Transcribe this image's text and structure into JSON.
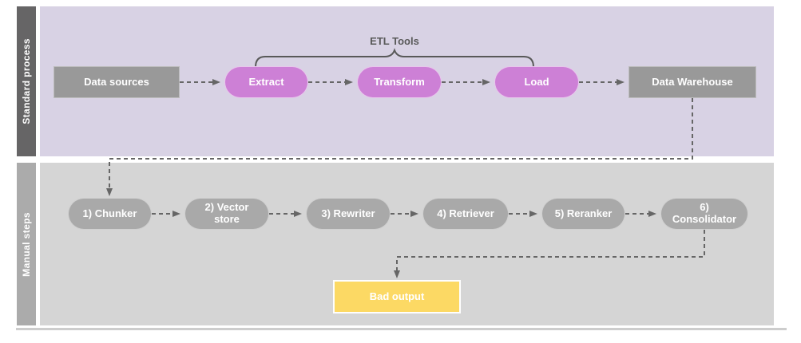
{
  "lanes": [
    {
      "label": "Standard process"
    },
    {
      "label": "Manual steps"
    }
  ],
  "standard_process": {
    "bracket_label": "ETL Tools",
    "nodes": [
      {
        "id": "data-sources",
        "label": "Data sources",
        "shape": "box",
        "color": "#999999"
      },
      {
        "id": "extract",
        "label": "Extract",
        "shape": "pill",
        "color": "#cd80d6"
      },
      {
        "id": "transform",
        "label": "Transform",
        "shape": "pill",
        "color": "#cd80d6"
      },
      {
        "id": "load",
        "label": "Load",
        "shape": "pill",
        "color": "#cd80d6"
      },
      {
        "id": "data-warehouse",
        "label": "Data Warehouse",
        "shape": "box",
        "color": "#999999"
      }
    ]
  },
  "manual_steps": {
    "nodes": [
      {
        "id": "chunker",
        "label": "1) Chunker"
      },
      {
        "id": "vector-store",
        "label": "2) Vector store"
      },
      {
        "id": "rewriter",
        "label": "3) Rewriter"
      },
      {
        "id": "retriever",
        "label": "4) Retriever"
      },
      {
        "id": "reranker",
        "label": "5) Reranker"
      },
      {
        "id": "consolidator",
        "label": "6) Consolidator"
      }
    ],
    "bad_output_label": "Bad output"
  },
  "colors": {
    "lane1_background": "#d8d2e4",
    "lane1_strip": "#666566",
    "lane2_background": "#d5d5d5",
    "lane2_strip": "#ababab",
    "gray_node": "#999999",
    "gray_pill": "#a9a9a9",
    "pink_pill": "#cd80d6",
    "yellow_node": "#fcd964",
    "connector": "#666666",
    "bracket_text": "#595959"
  }
}
